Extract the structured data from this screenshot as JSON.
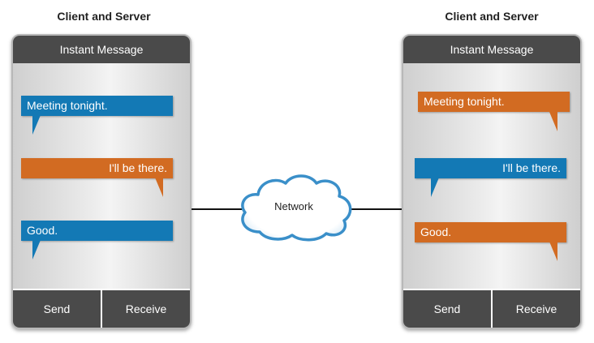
{
  "devices": [
    {
      "title": "Client and Server",
      "header": "Instant Message",
      "messages": [
        {
          "text": "Meeting tonight.",
          "color": "#1379b5"
        },
        {
          "text": "I'll be there.",
          "color": "#d26b22"
        },
        {
          "text": "Good.",
          "color": "#1379b5"
        }
      ],
      "buttons": {
        "send": "Send",
        "receive": "Receive"
      }
    },
    {
      "title": "Client and Server",
      "header": "Instant Message",
      "messages": [
        {
          "text": "Meeting tonight.",
          "color": "#d26b22"
        },
        {
          "text": "I'll be there.",
          "color": "#1379b5"
        },
        {
          "text": "Good.",
          "color": "#d26b22"
        }
      ],
      "buttons": {
        "send": "Send",
        "receive": "Receive"
      }
    }
  ],
  "network": {
    "label": "Network",
    "icon": "cloud-icon",
    "color": "#3a8fc9"
  }
}
